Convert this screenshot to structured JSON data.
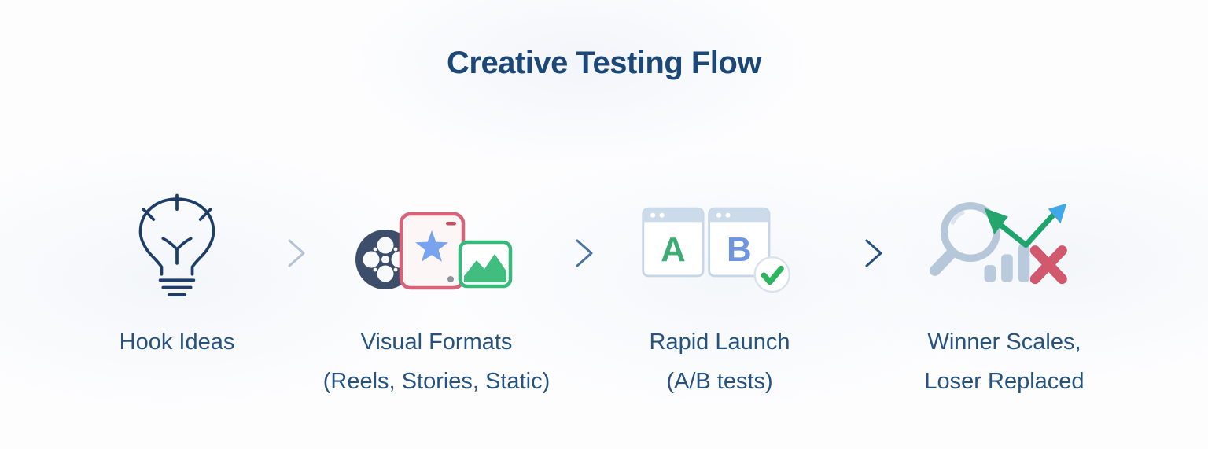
{
  "title": "Creative Testing Flow",
  "steps": [
    {
      "id": "hook-ideas",
      "line1": "Hook Ideas",
      "line2": ""
    },
    {
      "id": "visual-formats",
      "line1": "Visual Formats",
      "line2": "(Reels, Stories, Static)"
    },
    {
      "id": "rapid-launch",
      "line1": "Rapid Launch",
      "line2": "(A/B tests)"
    },
    {
      "id": "winner-scales",
      "line1": "Winner Scales,",
      "line2": "Loser Replaced"
    }
  ],
  "ab_test": {
    "variant_a": "A",
    "variant_b": "B"
  },
  "colors": {
    "title_text": "#1c4878",
    "label_text": "#26527f",
    "lightbulb_stroke": "#1d3e68",
    "film_reel_navy": "#3d4e6a",
    "story_card_border_pink": "#d5647b",
    "star_blue": "#79a3ed",
    "photo_green": "#36b97a",
    "window_border_blue": "#c7d6e6",
    "window_header_blue": "#ccdbe9",
    "variant_a_green": "#3cac74",
    "variant_b_blue": "#6d95e2",
    "check_green": "#2eb35f",
    "magnifier_gray_blue": "#b6c7d9",
    "bars_gray_blue": "#b9cadc",
    "trend_green": "#1ea56b",
    "trend_arrowhead_blue": "#41a7ea",
    "loser_x_red": "#d2596d",
    "arrow_step1_light": "#b3c2d5",
    "arrow_step2_medium": "#4b74a4",
    "arrow_step3_dark": "#27507f"
  }
}
